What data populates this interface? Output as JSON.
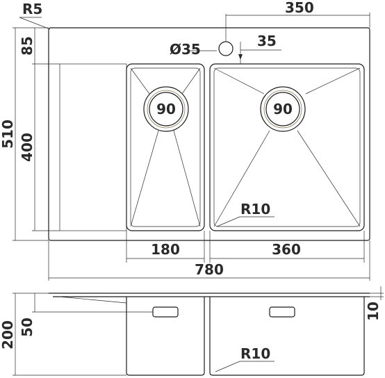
{
  "labels": {
    "corner_radius": "R5",
    "width_right_bowl_top": "350",
    "top_offset": "85",
    "tap_hole": "Ø35",
    "tap_offset": "35",
    "total_depth": "510",
    "bowl_depth": "400",
    "drain_left": "90",
    "drain_right": "90",
    "inner_radius": "R10",
    "left_bowl_width": "180",
    "right_bowl_width": "360",
    "total_width": "780",
    "total_height": "200",
    "overflow_depth": "50",
    "rim_thickness": "10",
    "bottom_radius": "R10"
  },
  "colors": {
    "line": "#1a1a1a",
    "accent": "#8b7a55"
  }
}
